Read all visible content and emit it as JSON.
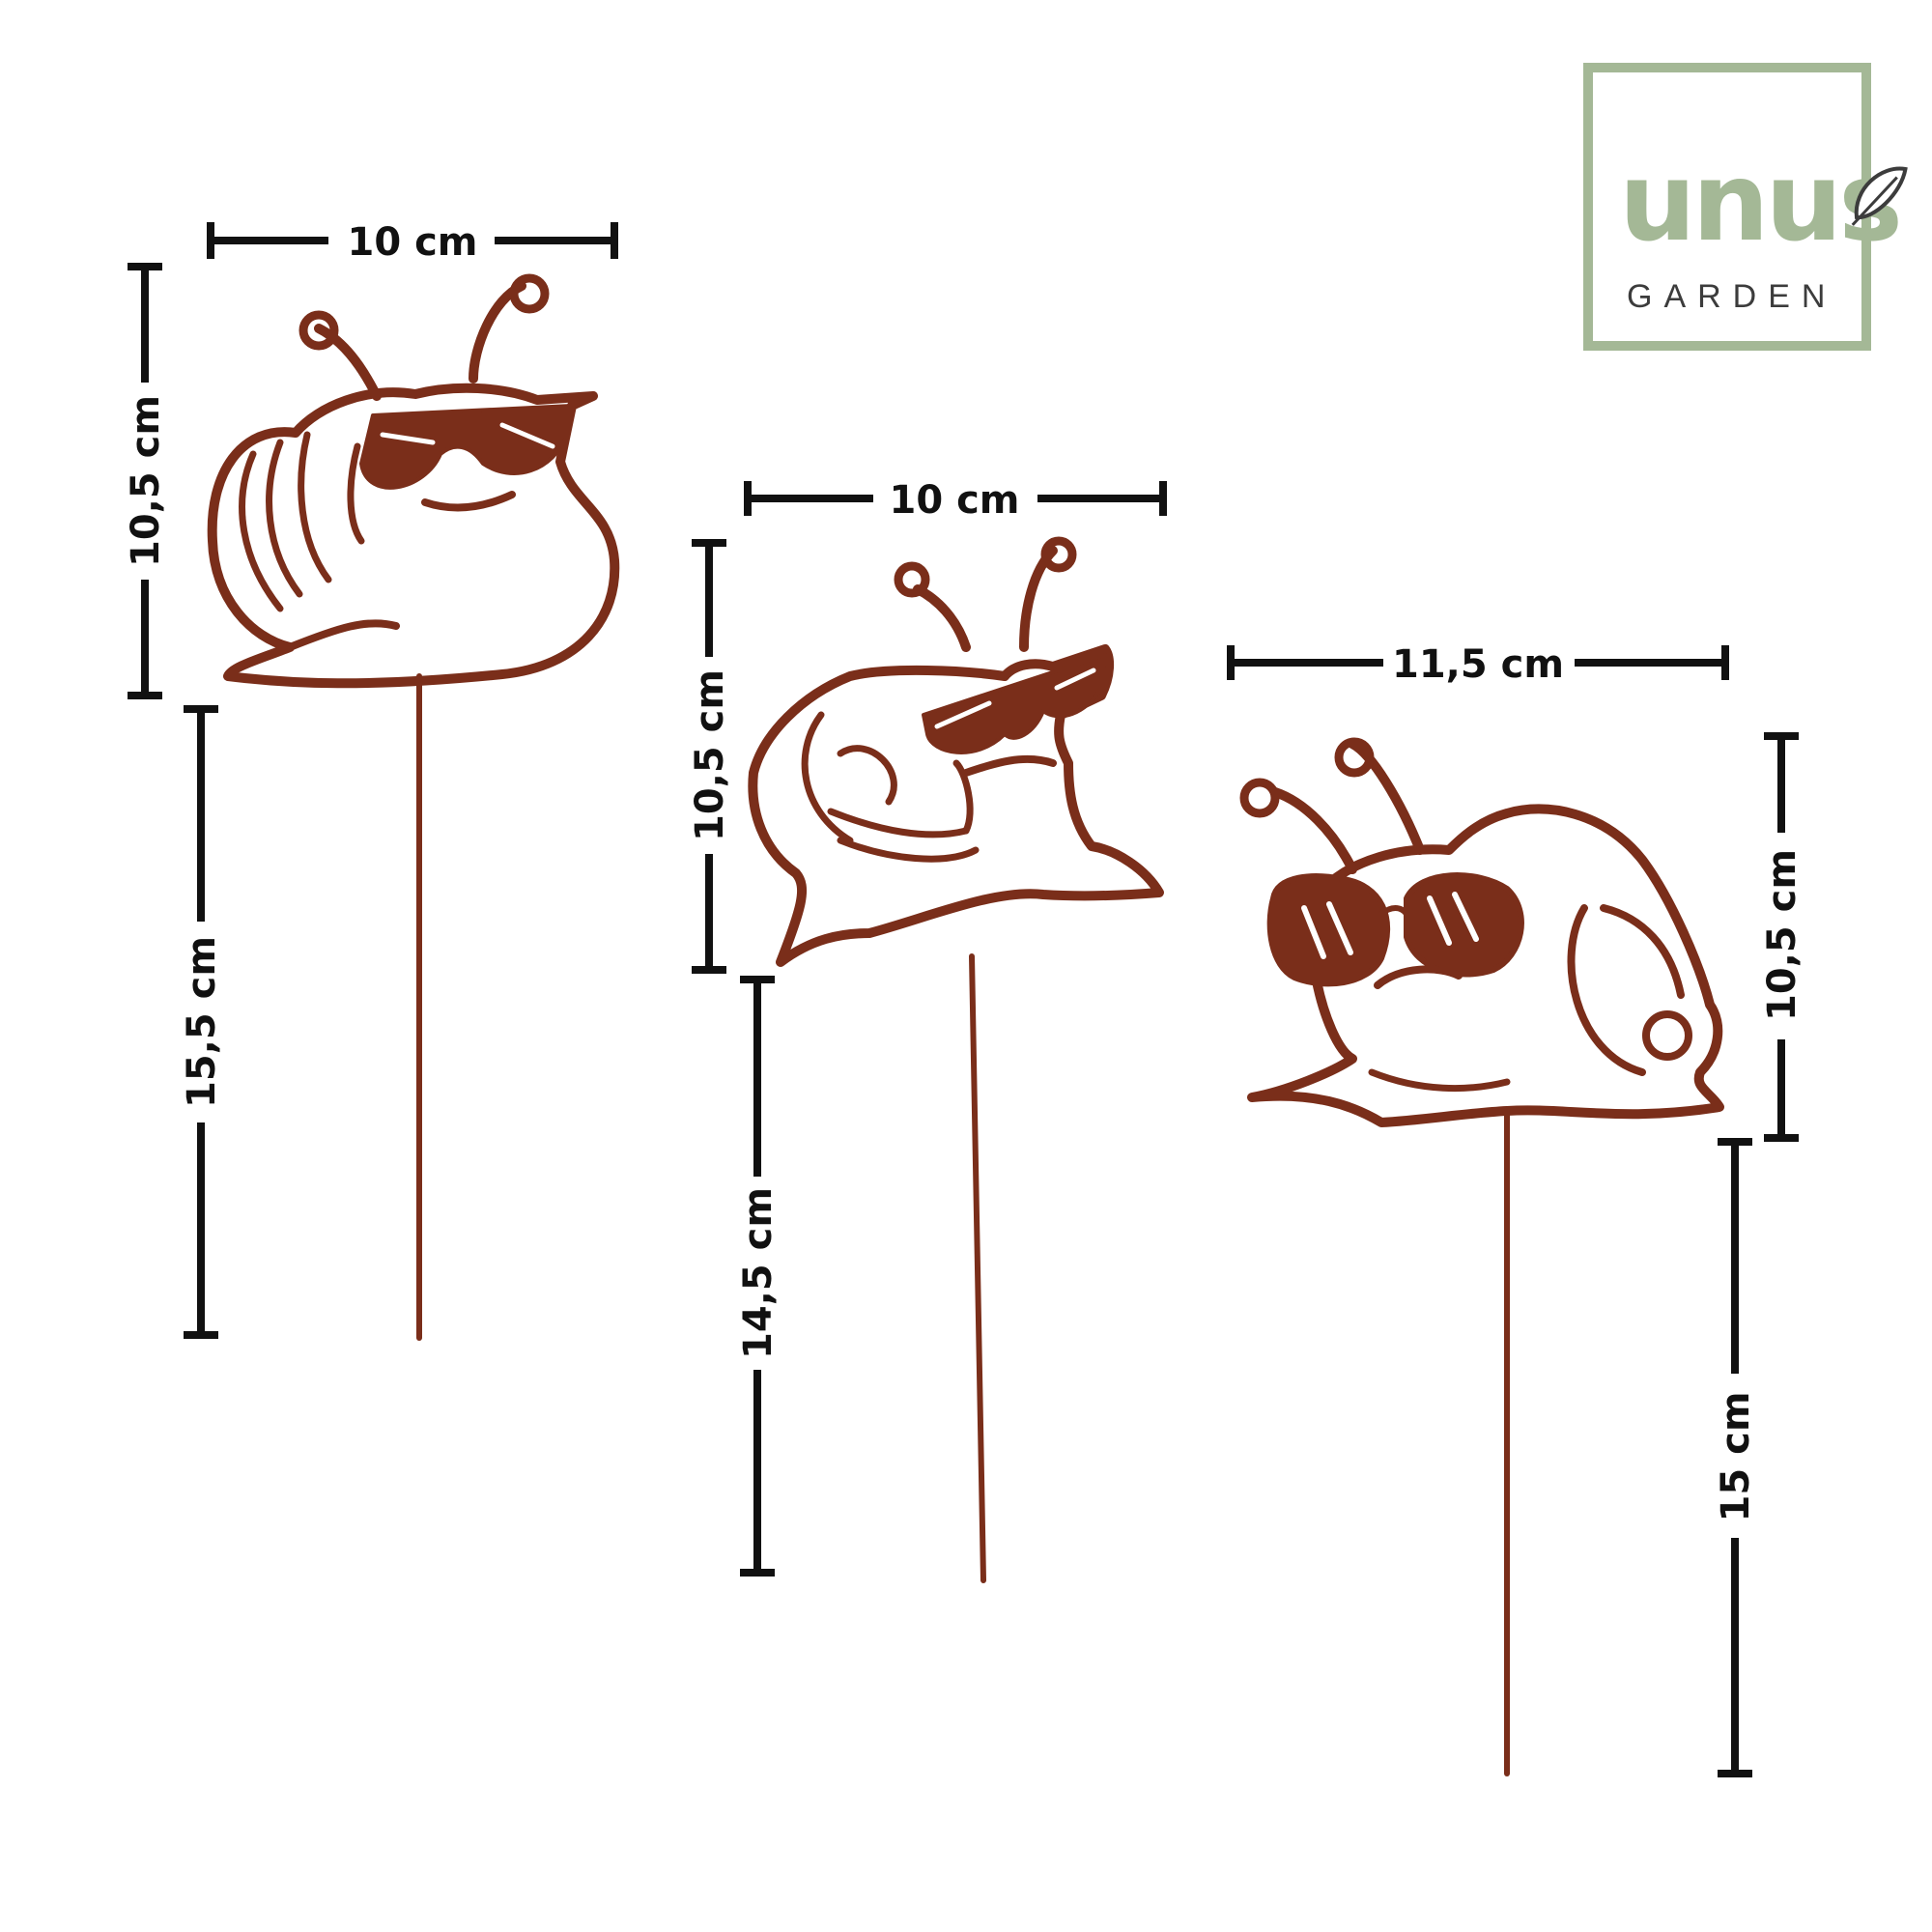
{
  "colors": {
    "background": "#ffffff",
    "dimension_line": "#111111",
    "rust": "#7a2e1a",
    "logo_green": "#a4b896",
    "logo_text": "#3c3c3c"
  },
  "brand": {
    "name": "unus",
    "subtitle": "GARDEN",
    "icon": "leaf-icon"
  },
  "stakes": [
    {
      "figure": "snail-with-sunglasses-1",
      "width_label": "10 cm",
      "head_height_label": "10,5 cm",
      "stake_height_label": "15,5 cm"
    },
    {
      "figure": "snail-with-sunglasses-2",
      "width_label": "10 cm",
      "head_height_label": "10,5 cm",
      "stake_height_label": "14,5 cm"
    },
    {
      "figure": "snail-with-sunglasses-3",
      "width_label": "11,5 cm",
      "head_height_label": "10,5 cm",
      "stake_height_label": "15 cm"
    }
  ]
}
